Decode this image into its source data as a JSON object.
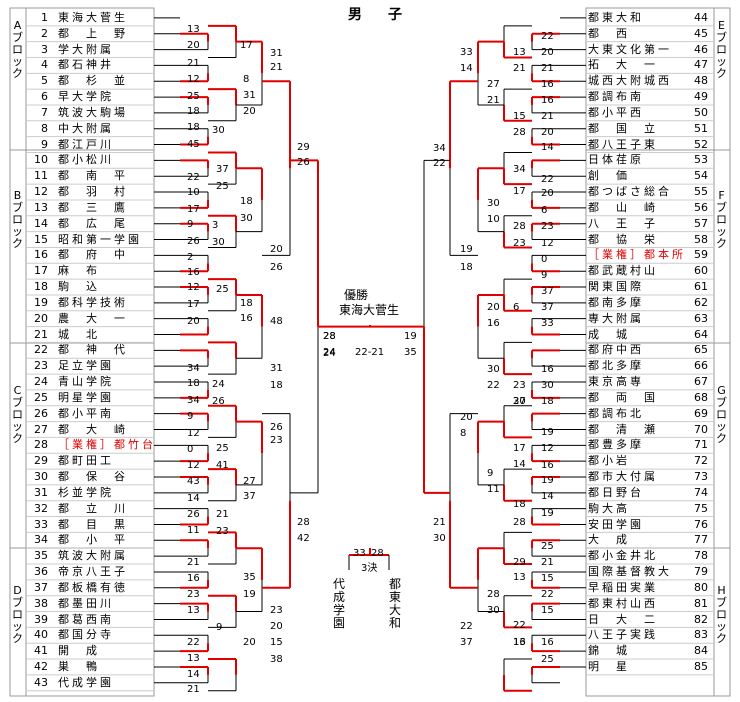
{
  "title": "男　子",
  "champion_label": "優勝",
  "champion_name": "東海大菅生",
  "final_left": "28",
  "final_right": "19",
  "final_left2": "24",
  "final_right2": "35",
  "final_mid": "22-21",
  "third_place": {
    "label": "3決",
    "left_score": "33",
    "right_score": "28",
    "left_team": "代成学園",
    "right_team": "都東大和"
  },
  "blocks": {
    "A": "Aブロック",
    "B": "Bブロック",
    "C": "Cブロック",
    "D": "Dブロック",
    "E": "Eブロック",
    "F": "Fブロック",
    "G": "Gブロック",
    "H": "Hブロック"
  },
  "left_teams": [
    {
      "n": "1",
      "name": "東海大菅生"
    },
    {
      "n": "2",
      "name": "都　上　野"
    },
    {
      "n": "3",
      "name": "学大附属"
    },
    {
      "n": "4",
      "name": "都石神井"
    },
    {
      "n": "5",
      "name": "都　杉　並"
    },
    {
      "n": "6",
      "name": "早大学院"
    },
    {
      "n": "7",
      "name": "筑波大駒場"
    },
    {
      "n": "8",
      "name": "中大附属"
    },
    {
      "n": "9",
      "name": "都江戸川"
    },
    {
      "n": "10",
      "name": "都小松川"
    },
    {
      "n": "11",
      "name": "都　南　平"
    },
    {
      "n": "12",
      "name": "都　羽　村"
    },
    {
      "n": "13",
      "name": "都　三　鷹"
    },
    {
      "n": "14",
      "name": "都　広　尾"
    },
    {
      "n": "15",
      "name": "昭和第一学園"
    },
    {
      "n": "16",
      "name": "都　府　中"
    },
    {
      "n": "17",
      "name": "麻　布"
    },
    {
      "n": "18",
      "name": "駒　込"
    },
    {
      "n": "19",
      "name": "都科学技術"
    },
    {
      "n": "20",
      "name": "農　大　一"
    },
    {
      "n": "21",
      "name": "城　北"
    },
    {
      "n": "22",
      "name": "都　神　代"
    },
    {
      "n": "23",
      "name": "足立学園"
    },
    {
      "n": "24",
      "name": "青山学院"
    },
    {
      "n": "25",
      "name": "明星学園"
    },
    {
      "n": "26",
      "name": "都小平南"
    },
    {
      "n": "27",
      "name": "都　大　崎"
    },
    {
      "n": "28",
      "name": "［業権］都竹台",
      "red": true
    },
    {
      "n": "29",
      "name": "都町田工"
    },
    {
      "n": "30",
      "name": "都　保　谷"
    },
    {
      "n": "31",
      "name": "杉並学院"
    },
    {
      "n": "32",
      "name": "都　立　川"
    },
    {
      "n": "33",
      "name": "都　目　黒"
    },
    {
      "n": "34",
      "name": "都　小　平"
    },
    {
      "n": "35",
      "name": "筑波大附属"
    },
    {
      "n": "36",
      "name": "帝京八王子"
    },
    {
      "n": "37",
      "name": "都板橋有徳"
    },
    {
      "n": "38",
      "name": "都墨田川"
    },
    {
      "n": "39",
      "name": "都葛西南"
    },
    {
      "n": "40",
      "name": "都国分寺"
    },
    {
      "n": "41",
      "name": "開　成"
    },
    {
      "n": "42",
      "name": "巣　鴨"
    },
    {
      "n": "43",
      "name": "代成学園"
    }
  ],
  "right_teams": [
    {
      "n": "44",
      "name": "都東大和"
    },
    {
      "n": "45",
      "name": "都　西"
    },
    {
      "n": "46",
      "name": "大東文化第一"
    },
    {
      "n": "47",
      "name": "拓　大　一"
    },
    {
      "n": "48",
      "name": "城西大附城西"
    },
    {
      "n": "49",
      "name": "都調布南"
    },
    {
      "n": "50",
      "name": "都小平西"
    },
    {
      "n": "51",
      "name": "都　国　立"
    },
    {
      "n": "52",
      "name": "都八王子東"
    },
    {
      "n": "53",
      "name": "日体荏原"
    },
    {
      "n": "54",
      "name": "創　価"
    },
    {
      "n": "55",
      "name": "都つばさ総合"
    },
    {
      "n": "56",
      "name": "都　山　崎"
    },
    {
      "n": "57",
      "name": "八　王　子"
    },
    {
      "n": "58",
      "name": "都　協　栄"
    },
    {
      "n": "59",
      "name": "［業権］都本所",
      "red": true
    },
    {
      "n": "60",
      "name": "都武蔵村山"
    },
    {
      "n": "61",
      "name": "関東国際"
    },
    {
      "n": "62",
      "name": "都南多摩"
    },
    {
      "n": "63",
      "name": "専大附属"
    },
    {
      "n": "64",
      "name": "成　城"
    },
    {
      "n": "65",
      "name": "都府中西"
    },
    {
      "n": "66",
      "name": "都北多摩"
    },
    {
      "n": "67",
      "name": "東京高専"
    },
    {
      "n": "68",
      "name": "都　両　国"
    },
    {
      "n": "69",
      "name": "都調布北"
    },
    {
      "n": "70",
      "name": "都　清　瀬"
    },
    {
      "n": "71",
      "name": "都豊多摩"
    },
    {
      "n": "72",
      "name": "都小岩"
    },
    {
      "n": "73",
      "name": "都市大付属"
    },
    {
      "n": "74",
      "name": "都日野台"
    },
    {
      "n": "75",
      "name": "駒大高"
    },
    {
      "n": "76",
      "name": "安田学園"
    },
    {
      "n": "77",
      "name": "大　成"
    },
    {
      "n": "78",
      "name": "都小金井北"
    },
    {
      "n": "79",
      "name": "国際基督教大"
    },
    {
      "n": "80",
      "name": "早稲田実業"
    },
    {
      "n": "81",
      "name": "都東村山西"
    },
    {
      "n": "82",
      "name": "日　大　二"
    },
    {
      "n": "83",
      "name": "八王子実践"
    },
    {
      "n": "84",
      "name": "錦　城"
    },
    {
      "n": "85",
      "name": "明　星"
    }
  ],
  "scores_left": [
    [
      "13",
      "187",
      "24"
    ],
    [
      "20",
      "187",
      "40"
    ],
    [
      "17",
      "240",
      "40"
    ],
    [
      "21",
      "187",
      "58"
    ],
    [
      "12",
      "187",
      "74"
    ],
    [
      "8",
      "243",
      "74"
    ],
    [
      "31",
      "270",
      "48"
    ],
    [
      "21",
      "270",
      "62"
    ],
    [
      "25",
      "187",
      "91"
    ],
    [
      "18",
      "187",
      "106"
    ],
    [
      "20",
      "243",
      "106"
    ],
    [
      "18",
      "187",
      "122"
    ],
    [
      "30",
      "212",
      "125"
    ],
    [
      "31",
      "243",
      "90"
    ],
    [
      "45",
      "187",
      "139"
    ],
    [
      "29",
      "297",
      "142"
    ],
    [
      "26",
      "297",
      "157"
    ],
    [
      "37",
      "216",
      "164"
    ],
    [
      "22",
      "187",
      "172"
    ],
    [
      "25",
      "216",
      "181"
    ],
    [
      "10",
      "187",
      "187"
    ],
    [
      "18",
      "240",
      "196"
    ],
    [
      "17",
      "187",
      "204"
    ],
    [
      "3",
      "212",
      "220"
    ],
    [
      "30",
      "240",
      "213"
    ],
    [
      "9",
      "187",
      "219"
    ],
    [
      "26",
      "187",
      "236"
    ],
    [
      "30",
      "212",
      "237"
    ],
    [
      "2",
      "187",
      "252"
    ],
    [
      "20",
      "270",
      "244"
    ],
    [
      "26",
      "270",
      "262"
    ],
    [
      "16",
      "187",
      "267"
    ],
    [
      "25",
      "216",
      "284"
    ],
    [
      "12",
      "187",
      "282"
    ],
    [
      "18",
      "240",
      "298"
    ],
    [
      "17",
      "187",
      "299"
    ],
    [
      "16",
      "240",
      "313"
    ],
    [
      "20",
      "187",
      "316"
    ],
    [
      "48",
      "270",
      "316"
    ],
    [
      "28",
      "323",
      "331"
    ],
    [
      "24",
      "323",
      "348"
    ],
    [
      "34",
      "187",
      "363"
    ],
    [
      "31",
      "270",
      "363"
    ],
    [
      "18",
      "187",
      "378"
    ],
    [
      "24",
      "212",
      "379"
    ],
    [
      "18",
      "270",
      "380"
    ],
    [
      "34",
      "187",
      "395"
    ],
    [
      "26",
      "212",
      "396"
    ],
    [
      "9",
      "187",
      "411"
    ],
    [
      "26",
      "270",
      "422"
    ],
    [
      "23",
      "270",
      "435"
    ],
    [
      "12",
      "187",
      "428"
    ],
    [
      "0",
      "187",
      "444"
    ],
    [
      "25",
      "216",
      "443"
    ],
    [
      "12",
      "187",
      "460"
    ],
    [
      "41",
      "216",
      "460"
    ],
    [
      "43",
      "187",
      "476"
    ],
    [
      "27",
      "243",
      "476"
    ],
    [
      "37",
      "243",
      "491"
    ],
    [
      "14",
      "187",
      "493"
    ],
    [
      "26",
      "187",
      "509"
    ],
    [
      "21",
      "216",
      "509"
    ],
    [
      "11",
      "187",
      "525"
    ],
    [
      "23",
      "216",
      "526"
    ],
    [
      "28",
      "297",
      "517"
    ],
    [
      "42",
      "297",
      "533"
    ],
    [
      "21",
      "187",
      "557"
    ],
    [
      "35",
      "243",
      "572"
    ],
    [
      "16",
      "187",
      "573"
    ],
    [
      "19",
      "243",
      "589"
    ],
    [
      "23",
      "187",
      "589"
    ],
    [
      "13",
      "187",
      "605"
    ],
    [
      "23",
      "270",
      "605"
    ],
    [
      "20",
      "270",
      "621"
    ],
    [
      "9",
      "216",
      "622"
    ],
    [
      "22",
      "187",
      "637"
    ],
    [
      "20",
      "243",
      "637"
    ],
    [
      "13",
      "187",
      "653"
    ],
    [
      "14",
      "187",
      "669"
    ],
    [
      "21",
      "187",
      "684"
    ],
    [
      "15",
      "270",
      "637"
    ],
    [
      "38",
      "270",
      "654"
    ]
  ],
  "scores_right": [
    [
      "22",
      "541",
      "31"
    ],
    [
      "20",
      "541",
      "47"
    ],
    [
      "13",
      "513",
      "47"
    ],
    [
      "21",
      "513",
      "63"
    ],
    [
      "33",
      "460",
      "47"
    ],
    [
      "14",
      "460",
      "63"
    ],
    [
      "21",
      "541",
      "63"
    ],
    [
      "16",
      "541",
      "79"
    ],
    [
      "27",
      "487",
      "79"
    ],
    [
      "21",
      "487",
      "95"
    ],
    [
      "16",
      "541",
      "95"
    ],
    [
      "21",
      "541",
      "111"
    ],
    [
      "15",
      "513",
      "111"
    ],
    [
      "28",
      "513",
      "127"
    ],
    [
      "20",
      "541",
      "127"
    ],
    [
      "14",
      "541",
      "142"
    ],
    [
      "34",
      "433",
      "143"
    ],
    [
      "22",
      "433",
      "158"
    ],
    [
      "34",
      "513",
      "164"
    ],
    [
      "22",
      "541",
      "174"
    ],
    [
      "17",
      "513",
      "186"
    ],
    [
      "20",
      "541",
      "188"
    ],
    [
      "30",
      "487",
      "198"
    ],
    [
      "10",
      "487",
      "214"
    ],
    [
      "6",
      "541",
      "205"
    ],
    [
      "23",
      "541",
      "221"
    ],
    [
      "28",
      "513",
      "221"
    ],
    [
      "23",
      "513",
      "238"
    ],
    [
      "12",
      "541",
      "238"
    ],
    [
      "0",
      "541",
      "254"
    ],
    [
      "19",
      "460",
      "244"
    ],
    [
      "18",
      "460",
      "262"
    ],
    [
      "9",
      "541",
      "270"
    ],
    [
      "37",
      "541",
      "286"
    ],
    [
      "6",
      "513",
      "302"
    ],
    [
      "20",
      "487",
      "302"
    ],
    [
      "16",
      "487",
      "318"
    ],
    [
      "37",
      "541",
      "302"
    ],
    [
      "33",
      "541",
      "318"
    ],
    [
      "30",
      "487",
      "364"
    ],
    [
      "22",
      "487",
      "380"
    ],
    [
      "16",
      "541",
      "364"
    ],
    [
      "30",
      "541",
      "380"
    ],
    [
      "23",
      "513",
      "380"
    ],
    [
      "20",
      "513",
      "396"
    ],
    [
      "37",
      "513",
      "396"
    ],
    [
      "18",
      "541",
      "396"
    ],
    [
      "20",
      "460",
      "412"
    ],
    [
      "8",
      "460",
      "428"
    ],
    [
      "19",
      "541",
      "427"
    ],
    [
      "12",
      "541",
      "443"
    ],
    [
      "17",
      "513",
      "443"
    ],
    [
      "14",
      "513",
      "459"
    ],
    [
      "9",
      "487",
      "468"
    ],
    [
      "11",
      "487",
      "484"
    ],
    [
      "16",
      "541",
      "460"
    ],
    [
      "19",
      "541",
      "475"
    ],
    [
      "18",
      "513",
      "499"
    ],
    [
      "28",
      "513",
      "517"
    ],
    [
      "14",
      "541",
      "491"
    ],
    [
      "19",
      "541",
      "508"
    ],
    [
      "21",
      "433",
      "517"
    ],
    [
      "30",
      "433",
      "533"
    ],
    [
      "25",
      "541",
      "541"
    ],
    [
      "29",
      "513",
      "557"
    ],
    [
      "21",
      "541",
      "557"
    ],
    [
      "13",
      "513",
      "572"
    ],
    [
      "15",
      "541",
      "573"
    ],
    [
      "22",
      "541",
      "589"
    ],
    [
      "28",
      "487",
      "589"
    ],
    [
      "30",
      "487",
      "605"
    ],
    [
      "15",
      "541",
      "605"
    ],
    [
      "22",
      "513",
      "620"
    ],
    [
      "13",
      "513",
      "637"
    ],
    [
      "22",
      "460",
      "621"
    ],
    [
      "37",
      "460",
      "637"
    ],
    [
      "16",
      "541",
      "637"
    ],
    [
      "25",
      "541",
      "654"
    ],
    [
      "16",
      "513",
      "637"
    ]
  ]
}
